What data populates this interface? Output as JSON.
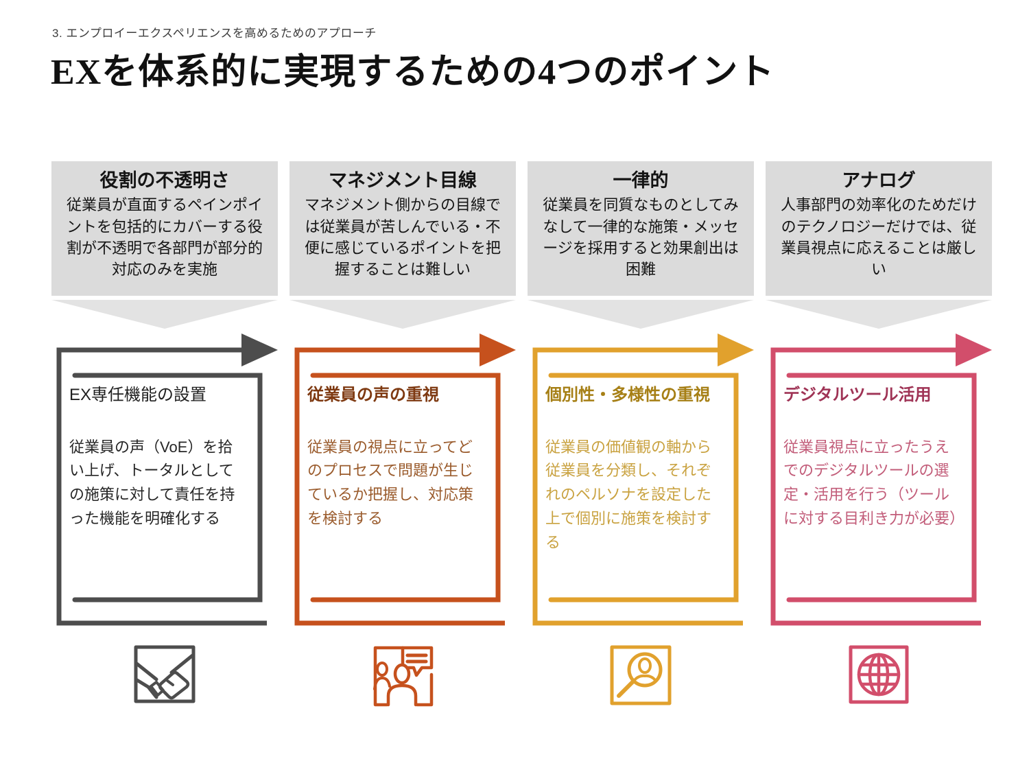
{
  "page": {
    "eyebrow": "3. エンプロイーエクスペリエンスを高めるためのアプローチ",
    "title": "EXを体系的に実現するための4つのポイント"
  },
  "columns": [
    {
      "problem": {
        "title": "役割の不透明さ",
        "body": "従業員が直面するペインポイントを包括的にカバーする役割が不透明で各部門が部分的対応のみを実施"
      },
      "solution": {
        "title": "EX専任機能の設置",
        "body": "従業員の声（VoE）を拾い上げ、トータルとしての施策に対して責任を持った機能を明確化する"
      },
      "icon": "handshake-icon",
      "colors": {
        "line": "#4d4d4d",
        "title": "#1f1f1f",
        "body": "#262626"
      }
    },
    {
      "problem": {
        "title": "マネジメント目線",
        "body": "マネジメント側からの目線では従業員が苦しんでいる・不便に感じているポイントを把握することは難しい"
      },
      "solution": {
        "title": "従業員の声の重視",
        "body": "従業員の視点に立ってどのプロセスで問題が生じているか把握し、対応策を検討する"
      },
      "icon": "people-speech-icon",
      "colors": {
        "line": "#c6511d",
        "title": "#7e3911",
        "body": "#9a5b2c"
      }
    },
    {
      "problem": {
        "title": "一律的",
        "body": "従業員を同質なものとしてみなして一律的な施策・メッセージを採用すると効果創出は困難"
      },
      "solution": {
        "title": "個別性・多様性の重視",
        "body": "従業員の価値観の軸から従業員を分類し、それぞれのペルソナを設定した上で個別に施策を検討する"
      },
      "icon": "person-search-icon",
      "colors": {
        "line": "#e1a12d",
        "title": "#a67f15",
        "body": "#c9a240"
      }
    },
    {
      "problem": {
        "title": "アナログ",
        "body": "人事部門の効率化のためだけのテクノロジーだけでは、従業員視点に応えることは厳しい"
      },
      "solution": {
        "title": "デジタルツール活用",
        "body": "従業員視点に立ったうえでのデジタルツールの選定・活用を行う（ツールに対する目利き力が必要）"
      },
      "icon": "globe-icon",
      "colors": {
        "line": "#d24e6b",
        "title": "#9f3355",
        "body": "#c25c79"
      }
    }
  ]
}
